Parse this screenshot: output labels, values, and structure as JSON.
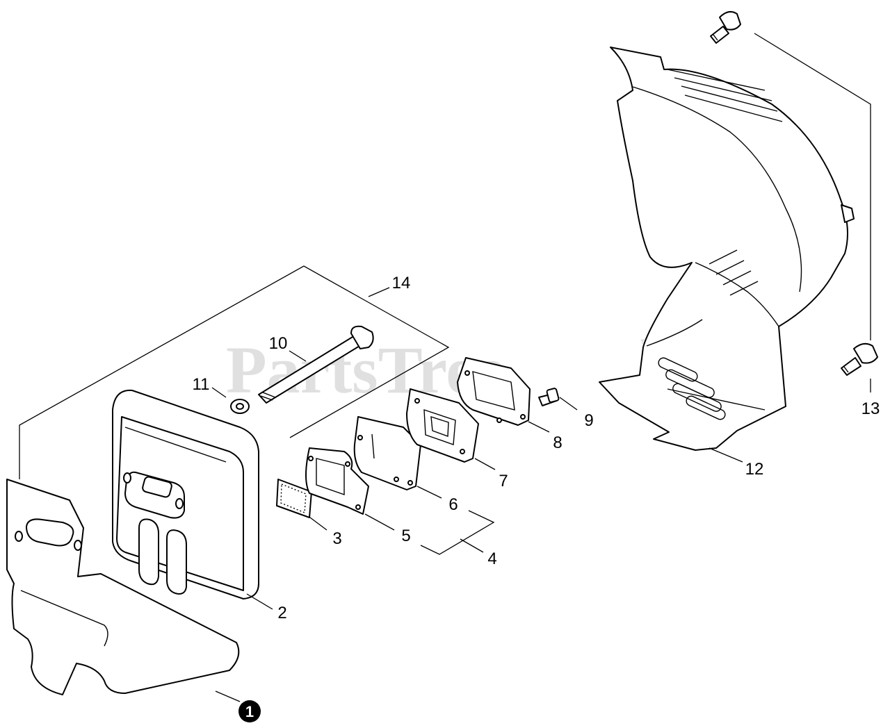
{
  "watermark": "PartsTree",
  "watermark_mark": "™",
  "labels": {
    "p1": "1",
    "p2": "2",
    "p3": "3",
    "p4": "4",
    "p5": "5",
    "p6": "6",
    "p7": "7",
    "p8": "8",
    "p9": "9",
    "p10": "10",
    "p11": "11",
    "p12": "12",
    "p13": "13",
    "p14": "14"
  },
  "colors": {
    "line": "#000000",
    "background": "#ffffff",
    "watermark": "#c8c8c8"
  }
}
